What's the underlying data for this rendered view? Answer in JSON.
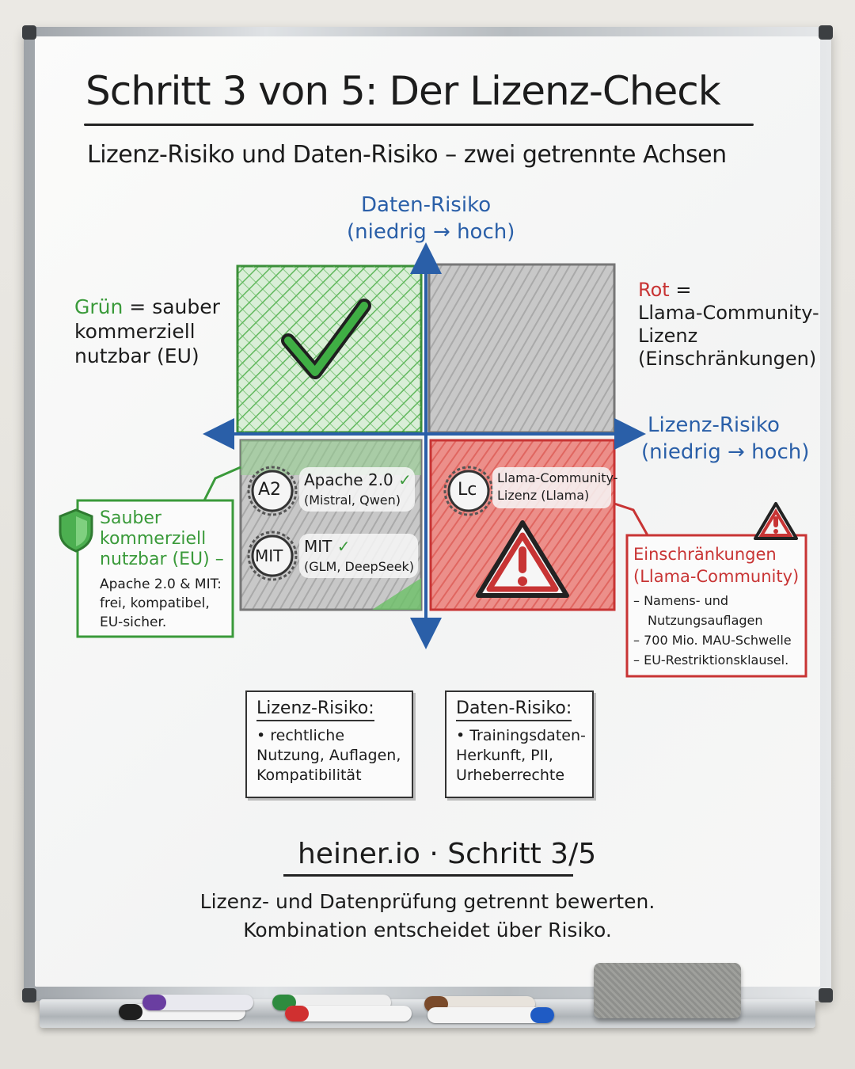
{
  "title": "Schritt 3 von 5: Der Lizenz-Check",
  "subtitle": "Lizenz-Risiko und Daten-Risiko – zwei getrennte Achsen",
  "axes": {
    "y_label": "Daten-Risiko",
    "y_range": "(niedrig → hoch)",
    "x_label": "Lizenz-Risiko",
    "x_range": "(niedrig → hoch)"
  },
  "legend_left": {
    "color_word": "Grün",
    "text_1": "= sauber",
    "text_2": "kommerziell",
    "text_3": "nutzbar (EU)"
  },
  "legend_right": {
    "color_word": "Rot",
    "text_1": "=",
    "text_2": "Llama-Community-",
    "text_3": "Lizenz",
    "text_4": "(Einschränkungen)"
  },
  "licenses": [
    {
      "badge": "A2",
      "name": "Apache 2.0",
      "models": "(Mistral, Qwen)",
      "mark": "✓"
    },
    {
      "badge": "MIT",
      "name": "MIT",
      "models": "(GLM, DeepSeek)",
      "mark": "✓"
    },
    {
      "badge": "Lc",
      "name_1": "Llama-Community-",
      "name_2": "Lizenz (Llama)"
    }
  ],
  "callout_green": {
    "title_1": "Sauber",
    "title_2": "kommerziell",
    "title_3": "nutzbar (EU) –",
    "body_1": "Apache 2.0 & MIT:",
    "body_2": "frei, kompatibel,",
    "body_3": "EU-sicher."
  },
  "callout_red": {
    "title_1": "Einschränkungen",
    "title_2": "(Llama-Community)",
    "items": [
      "– Namens- und",
      "Nutzungsauflagen",
      "– 700 Mio. MAU-Schwelle",
      "– EU-Restriktionsklausel."
    ]
  },
  "box_license": {
    "heading": "Lizenz-Risiko:",
    "body": "• rechtliche Nutzung, Auflagen, Kompatibilität"
  },
  "box_data": {
    "heading": "Daten-Risiko:",
    "body": "• Trainingsdaten-Herkunft, PII, Urheberrechte"
  },
  "footer": {
    "brand": "heiner.io · Schritt 3/5",
    "line_1": "Lizenz- und Datenprüfung getrennt bewerten.",
    "line_2": "Kombination entscheidet über Risiko."
  },
  "colors": {
    "green": "#3a9a3a",
    "red": "#c83434",
    "blue": "#2a5fa8",
    "grey": "#9a9a9a"
  },
  "icons": [
    "check-icon",
    "warning-icon",
    "shield-icon"
  ]
}
